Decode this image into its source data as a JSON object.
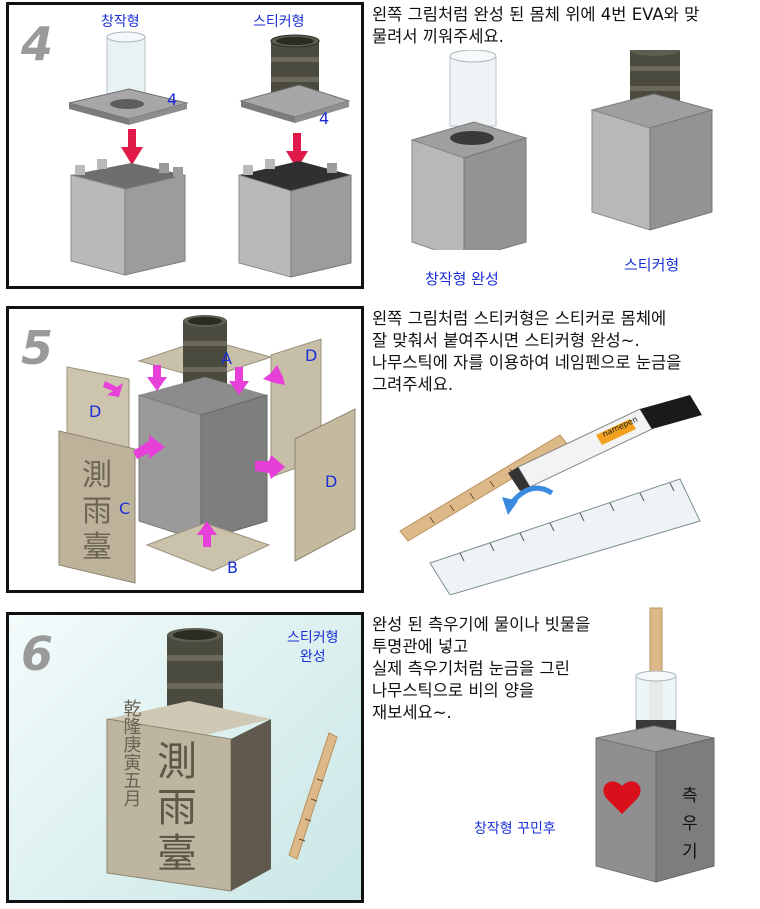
{
  "step4": {
    "number": "4",
    "label_creative": "창작형",
    "label_sticker": "스티커형",
    "part_num_1": "4",
    "part_num_2": "4",
    "desc_lines": [
      "왼쪽 그림처럼 완성 된 몸체 위에 4번 EVA와 맞",
      "물려서 끼워주세요."
    ],
    "caption_creative_done": "창작형 완성",
    "caption_sticker": "스티커형"
  },
  "step5": {
    "number": "5",
    "marks": [
      "A",
      "B",
      "C",
      "D",
      "D",
      "D"
    ],
    "desc_lines": [
      "왼쪽 그림처럼 스티커형은 스티커로 몸체에",
      "잘 맞춰서 붙여주시면 스티커형 완성~.",
      "나무스틱에 자를 이용하여 네임펜으로 눈금을",
      "그려주세요."
    ],
    "pen_brand": "namepen",
    "stone_text": "測雨臺"
  },
  "step6": {
    "number": "6",
    "label_sticker_done": [
      "스티커형",
      "완성"
    ],
    "stone_text": "測雨臺",
    "stone_side_text": "乾隆庚寅五月",
    "desc_lines": [
      "완성 된 측우기에 물이나 빗물을",
      "투명관에 넣고",
      "실제 측우기처럼 눈금을 그린",
      "나무스틱으로 비의 양을",
      "재보세요~."
    ],
    "box_text": [
      "측",
      "우",
      "기"
    ],
    "caption_creative_decorated": "창작형 꾸민후"
  },
  "colors": {
    "label_blue": "#1a2fd8",
    "arrow_red": "#e0194a",
    "arrow_pink": "#e640d8",
    "box_grey": "#8d8d8d",
    "heart_red": "#d9101c"
  }
}
